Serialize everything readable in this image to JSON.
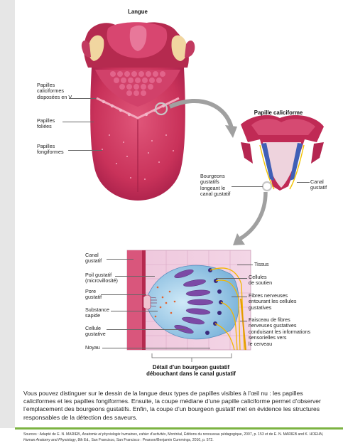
{
  "tongue_figure": {
    "title": "Langue",
    "labels": [
      "Papilles\ncaliciformes\ndisposées en V",
      "Papilles\nfoliées",
      "Papilles\nfongiformes"
    ]
  },
  "papilla_figure": {
    "title": "Papille caliciforme",
    "labels": [
      "Bourgeons\ngustatifs\nlongeant le\ncanal gustatif",
      "Canal\ngustatif"
    ]
  },
  "bud_figure": {
    "labels_left": [
      "Canal\ngustatif",
      "Poil gustatif\n(microvillosité)",
      "Pore\ngustatif",
      "Substance\nsapide",
      "Cellule\ngustative",
      "Noyau"
    ],
    "labels_right": [
      "Tissus",
      "Cellules\nde soutien",
      "Fibres nerveuses\nentourant les cellules\ngustatives",
      "Faisceau de fibres\nnerveuses gustatives\nconduisant les informations\nsensorielles vers\nle cerveau"
    ],
    "caption": "Détail d’un bourgeon gustatif\ndébouchant dans le canal gustatif"
  },
  "paragraph": "Vous pouvez distinguer sur le dessin de la langue deux types de papilles visibles à l’œil nu : les papilles caliciformes et les papilles fongiformes. Ensuite, la coupe médiane d’une papille caliciforme permet d’observer l’emplacement des bourgeons gustatifs. Enfin, la coupe d’un bourgeon gustatif met en évidence les structures responsables de la détection des saveurs.",
  "sources": {
    "prefix": "Sources : Adapté de E. N. MARIEB, ",
    "title1": "Anatomie et physiologie humaines, cahier d’activités",
    "middle": ", Montréal, Éditions du renouveau pédagogique, 2007, p. 153 et de E. N. MARIEB and K. HOEHN, ",
    "title2": "Human Anatomy and Physiology",
    "suffix": ", 8th Ed., San Francisco, San Francisco : Pearson/Benjamin Cummings, 2010, p. 572."
  }
}
